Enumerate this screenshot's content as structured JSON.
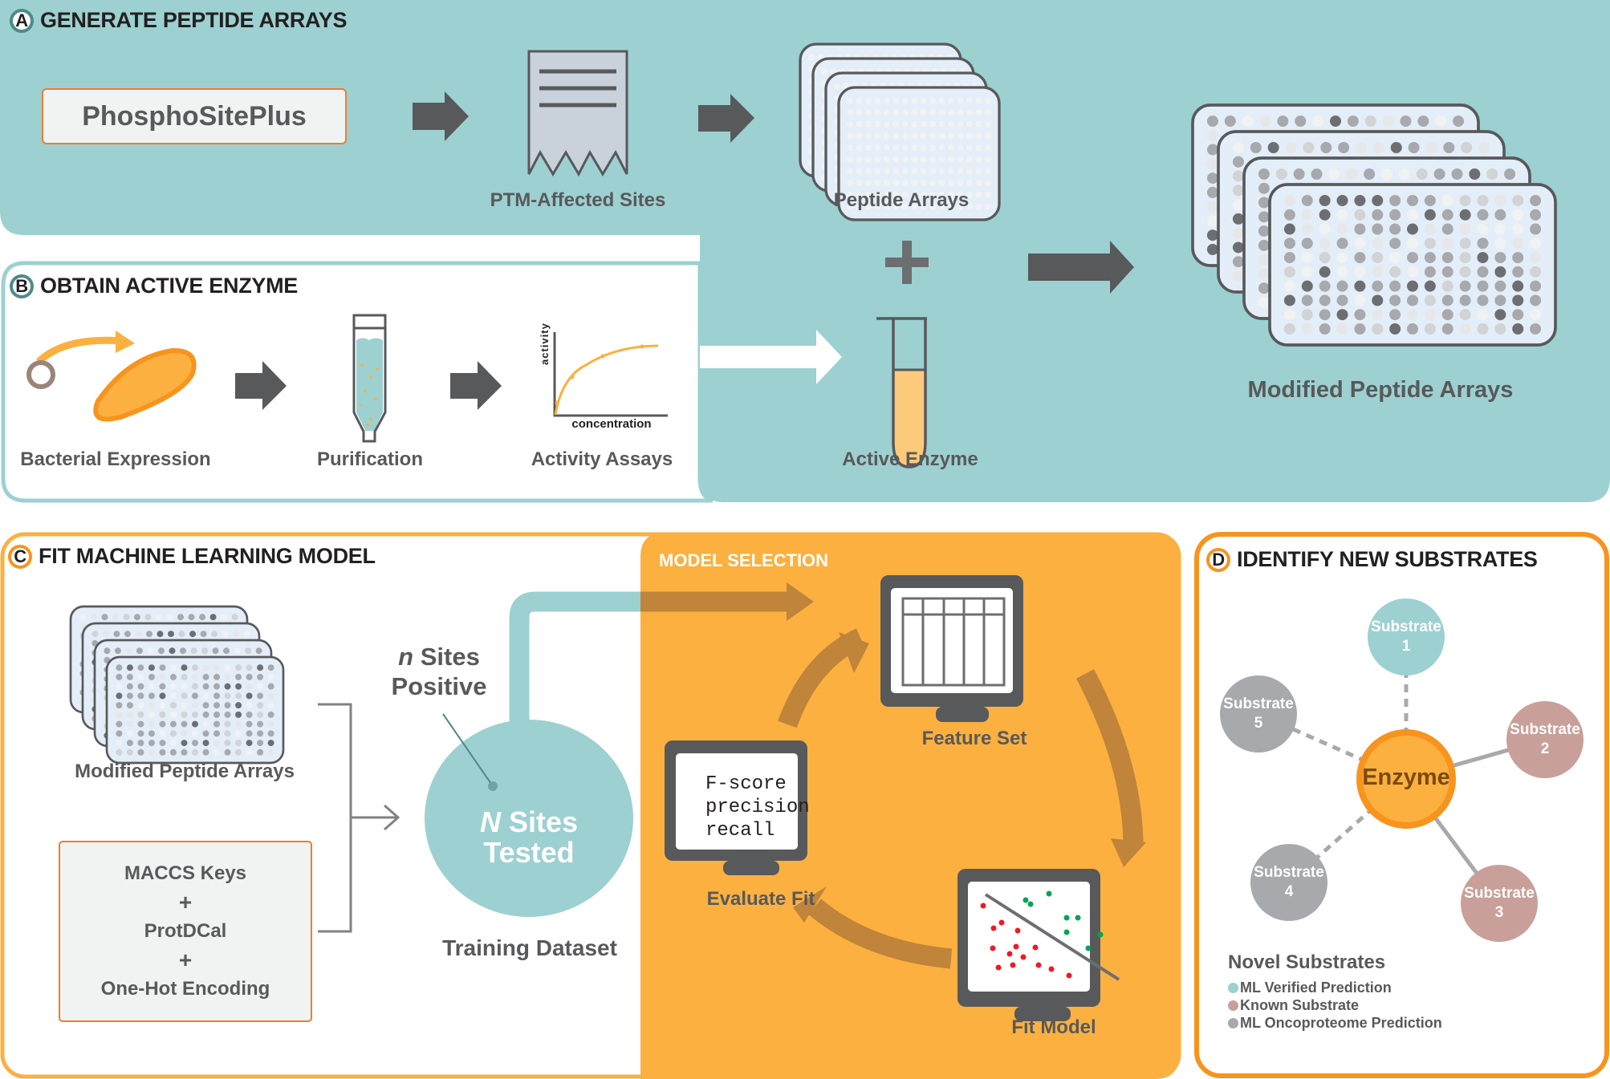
{
  "colors": {
    "teal": "#9dd0d1",
    "teal_dark": "#4e8a8c",
    "orange": "#fbb040",
    "orange_dark": "#f7941d",
    "orange_line": "#ed7d31",
    "arrow_gray": "#58595b",
    "brown_arrow": "#c0843a",
    "known_substrate": "#c9a099",
    "oncoproteome": "#a7a9ac",
    "tube_fill": "#fdca7b",
    "plate_fill": "#e3eef9",
    "scatter_red": "#ed1c24",
    "scatter_green": "#00a651"
  },
  "panel_a": {
    "badge": "A",
    "title": "GENERATE PEPTIDE ARRAYS",
    "source_box": "PhosphoSitePlus",
    "ptm_label": "PTM-Affected Sites",
    "arrays_label": "Peptide Arrays",
    "plus": "+",
    "modified_label": "Modified Peptide Arrays"
  },
  "panel_b": {
    "badge": "B",
    "title": "OBTAIN ACTIVE ENZYME",
    "steps": [
      {
        "label": "Bacterial Expression"
      },
      {
        "label": "Purification"
      },
      {
        "label": "Activity Assays"
      }
    ],
    "assay_chart": {
      "ylabel": "activity",
      "xlabel": "concentration"
    },
    "enzyme_label": "Active Enzyme"
  },
  "panel_c": {
    "badge": "C",
    "title": "FIT MACHINE LEARNING MODEL",
    "arrays_label": "Modified Peptide Arrays",
    "features": [
      "MACCS Keys",
      "+",
      "ProtDCal",
      "+",
      "One-Hot Encoding"
    ],
    "positive_italic": "n",
    "positive_rest": " Sites",
    "positive_line2": "Positive",
    "tested_italic": "N",
    "tested_rest": " Sites",
    "tested_line2": "Tested",
    "dataset_label": "Training Dataset",
    "model_selection": {
      "title": "MODEL SELECTION",
      "feature_set_label": "Feature Set",
      "fit_model_label": "Fit Model",
      "evaluate_label": "Evaluate Fit",
      "metrics": [
        "F-score",
        "precision",
        "recall"
      ]
    }
  },
  "panel_d": {
    "badge": "D",
    "title": "IDENTIFY NEW SUBSTRATES",
    "center": "Enzyme",
    "substrates": [
      {
        "name": "Substrate",
        "num": "1",
        "type": "verified",
        "link": "dashed"
      },
      {
        "name": "Substrate",
        "num": "2",
        "type": "known",
        "link": "solid"
      },
      {
        "name": "Substrate",
        "num": "3",
        "type": "known",
        "link": "solid"
      },
      {
        "name": "Substrate",
        "num": "4",
        "type": "oncoproteome",
        "link": "dashed"
      },
      {
        "name": "Substrate",
        "num": "5",
        "type": "oncoproteome",
        "link": "dashed"
      }
    ],
    "legend_title": "Novel Substrates",
    "legend": [
      {
        "label": "ML Verified Prediction",
        "type": "verified"
      },
      {
        "label": "Known Substrate",
        "type": "known"
      },
      {
        "label": "ML Oncoproteome Prediction",
        "type": "oncoproteome"
      }
    ]
  }
}
